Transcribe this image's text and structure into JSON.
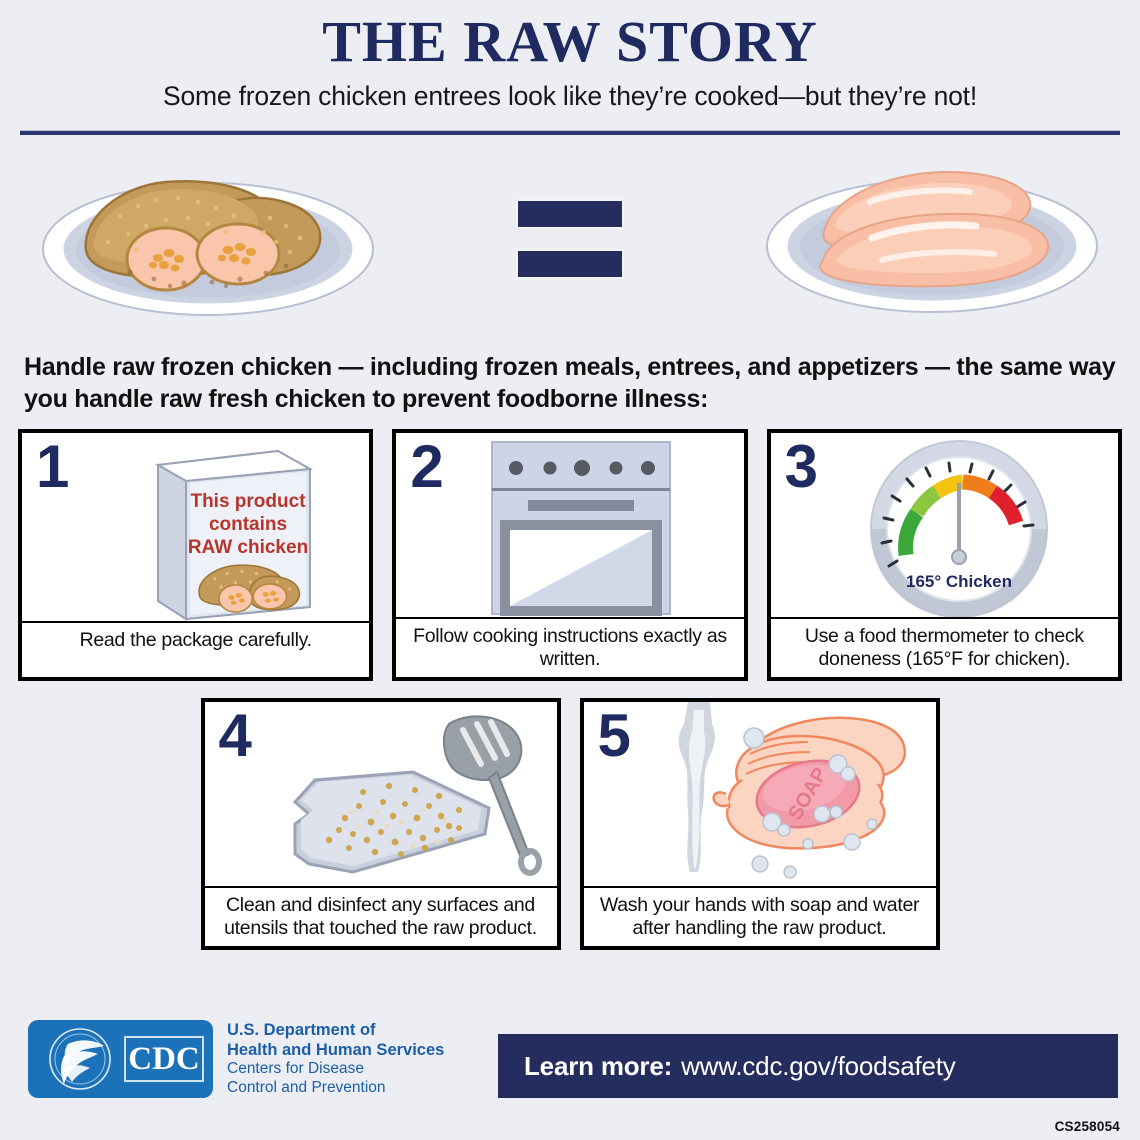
{
  "header": {
    "title": "THE RAW STORY",
    "subtitle": "Some frozen chicken entrees look like they’re cooked—but they’re not!"
  },
  "hero": {
    "left_label": "breaded-frozen-chicken-entree-on-plate",
    "operator": "equals-sign",
    "right_label": "raw-chicken-breasts-on-plate"
  },
  "lead": "Handle raw frozen chicken — including frozen meals, entrees, and appetizers — the same way you handle raw fresh chicken to prevent foodborne illness:",
  "steps": [
    {
      "number": "1",
      "caption": "Read the package carefully.",
      "art": "frozen-food-package",
      "package_text_lines": [
        "This product",
        "contains",
        "RAW chicken"
      ]
    },
    {
      "number": "2",
      "caption": "Follow cooking instructions exactly as written.",
      "art": "oven"
    },
    {
      "number": "3",
      "caption": "Use a food thermometer to check doneness (165°F for chicken).",
      "art": "dial-food-thermometer",
      "dial_label": "165° Chicken"
    },
    {
      "number": "4",
      "caption": "Clean and disinfect any surfaces and utensils that touched the raw product.",
      "art": "cutting-board-and-spatula"
    },
    {
      "number": "5",
      "caption": "Wash your hands with soap and water after handling the raw product.",
      "art": "hands-washing-with-soap",
      "soap_label": "SOAP"
    }
  ],
  "footer": {
    "agency_lines_bold": [
      "U.S. Department of",
      "Health and Human Services"
    ],
    "agency_lines_normal": [
      "Centers for Disease",
      "Control and Prevention"
    ],
    "logo_text": "CDC",
    "learn_more_prefix": "Learn more:",
    "learn_more_url": "www.cdc.gov/foodsafety",
    "cs_code": "CS258054"
  },
  "colors": {
    "background": "#eceef4",
    "navy": "#252c5e",
    "title_navy": "#1f2a60",
    "cdc_blue": "#1b72b8",
    "package_red": "#c0392b",
    "raw_chicken_pink": "#f9bfa6"
  }
}
